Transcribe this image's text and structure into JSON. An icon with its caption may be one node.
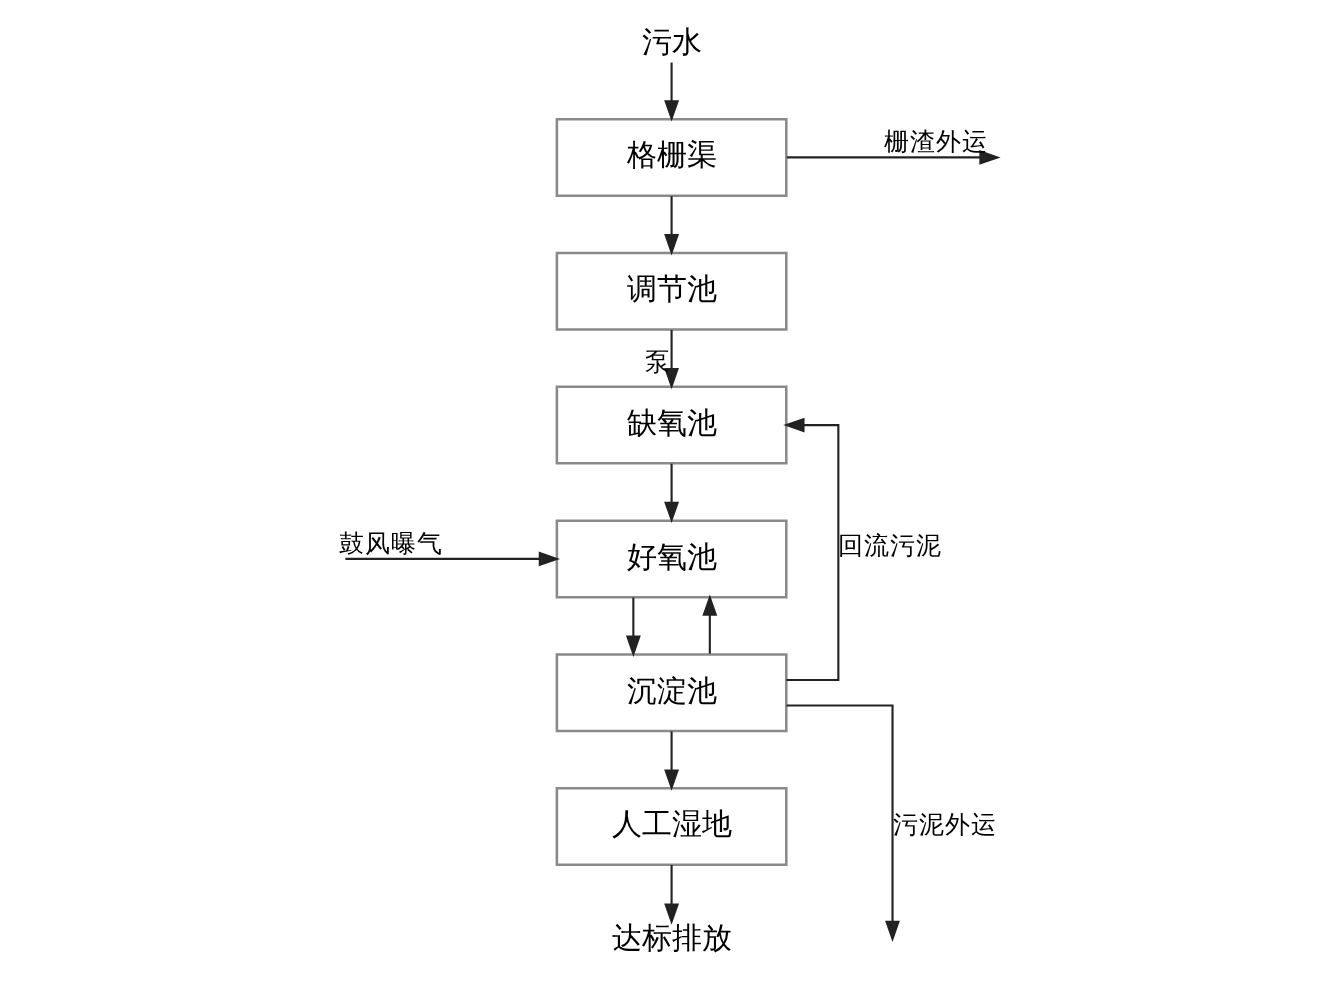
{
  "diagram": {
    "nodes": [
      {
        "text": [
          "污水"
        ]
      },
      {
        "text": [
          "格栅渠"
        ]
      },
      {
        "text": [
          "调节池"
        ]
      },
      {
        "text": [
          "缺氧池"
        ]
      },
      {
        "text": [
          "好氧池"
        ]
      },
      {
        "text": [
          "沉淀池"
        ]
      },
      {
        "text": [
          "人工湿地"
        ]
      },
      {
        "text": [
          "达标排放"
        ]
      }
    ],
    "edges": [
      {
        "from": 0,
        "to": 1,
        "arrow": "to"
      },
      {
        "from": 1,
        "to": null,
        "arrow": "to",
        "label": "栅渣外运"
      },
      {
        "from": 1,
        "to": 2,
        "arrow": "to"
      },
      {
        "from": 2,
        "to": 3,
        "arrow": "to",
        "label": "泵"
      },
      {
        "from": 3,
        "to": 4,
        "arrow": "to"
      },
      {
        "from": null,
        "to": 4,
        "arrow": "to",
        "label": "鼓风曝气"
      },
      {
        "from": 4,
        "to": 5,
        "arrow": "to"
      },
      {
        "from": 5,
        "to": 3,
        "arrow": "to",
        "label": "回流污泥"
      },
      {
        "from": 5,
        "to": 4,
        "arrow": "to"
      },
      {
        "from": 5,
        "to": null,
        "arrow": "to",
        "label": "污泥外运"
      },
      {
        "from": 5,
        "to": 6,
        "arrow": "to"
      },
      {
        "from": 6,
        "to": 7,
        "arrow": "to"
      }
    ]
  }
}
